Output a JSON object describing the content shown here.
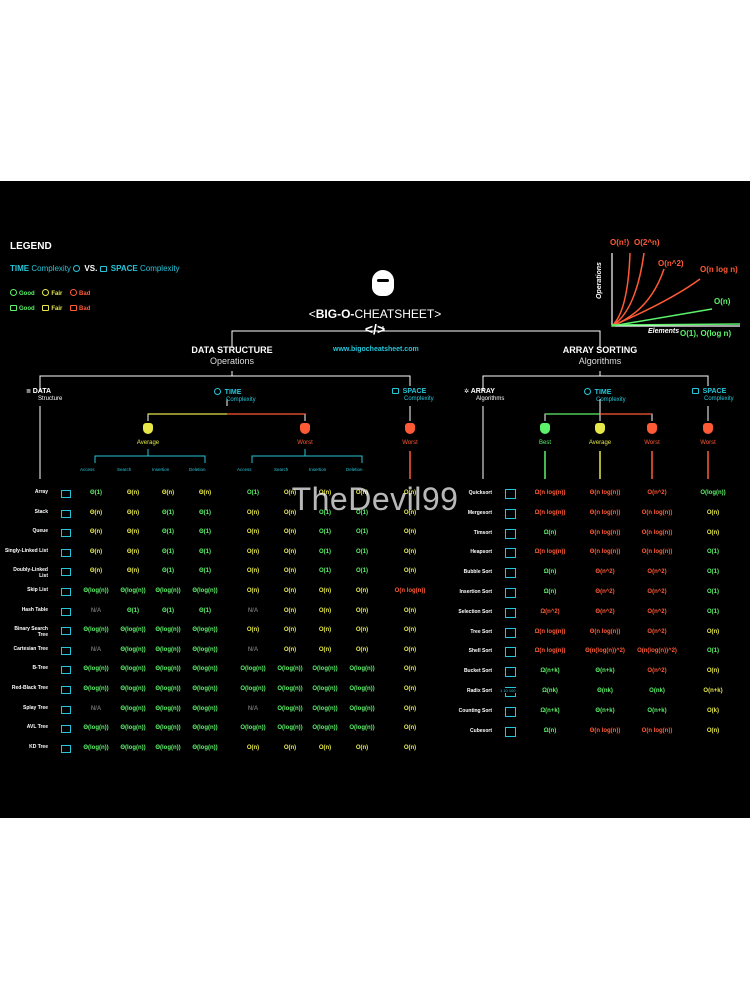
{
  "legend": {
    "title": "LEGEND",
    "time_word": "TIME",
    "complexity_word": "Complexity",
    "vs": "VS.",
    "space_word": "SPACE",
    "grades": [
      "Good",
      "Fair",
      "Bad"
    ]
  },
  "header": {
    "title_bold": "BIG-O-",
    "title_rest": "CHEATSHEET",
    "code_glyph": "</>",
    "url": "www.bigocheatsheet.com"
  },
  "sections": {
    "ds_title": "DATA STRUCTURE",
    "ds_subtitle": "Operations",
    "sort_title": "ARRAY SORTING",
    "sort_subtitle": "Algorithms"
  },
  "sub_heads": {
    "data": "DATA",
    "structure": "Structure",
    "time": "TIME",
    "complexity": "Complexity",
    "space": "SPACE",
    "array": "ARRAY",
    "algorithms": "Algorithms"
  },
  "cases": {
    "average": "Average",
    "worst": "Worst",
    "best": "Best"
  },
  "ops": [
    "Access",
    "Search",
    "Insertion",
    "Deletion"
  ],
  "ds_rows": [
    {
      "name": "Array",
      "avg": [
        "Θ(1)",
        "Θ(n)",
        "Θ(n)",
        "Θ(n)"
      ],
      "worst": [
        "O(1)",
        "O(n)",
        "O(n)",
        "O(n)"
      ],
      "space": "O(n)"
    },
    {
      "name": "Stack",
      "avg": [
        "Θ(n)",
        "Θ(n)",
        "Θ(1)",
        "Θ(1)"
      ],
      "worst": [
        "O(n)",
        "O(n)",
        "O(1)",
        "O(1)"
      ],
      "space": "O(n)"
    },
    {
      "name": "Queue",
      "avg": [
        "Θ(n)",
        "Θ(n)",
        "Θ(1)",
        "Θ(1)"
      ],
      "worst": [
        "O(n)",
        "O(n)",
        "O(1)",
        "O(1)"
      ],
      "space": "O(n)"
    },
    {
      "name": "Singly-Linked List",
      "avg": [
        "Θ(n)",
        "Θ(n)",
        "Θ(1)",
        "Θ(1)"
      ],
      "worst": [
        "O(n)",
        "O(n)",
        "O(1)",
        "O(1)"
      ],
      "space": "O(n)"
    },
    {
      "name": "Doubly-Linked List",
      "avg": [
        "Θ(n)",
        "Θ(n)",
        "Θ(1)",
        "Θ(1)"
      ],
      "worst": [
        "O(n)",
        "O(n)",
        "O(1)",
        "O(1)"
      ],
      "space": "O(n)"
    },
    {
      "name": "Skip List",
      "avg": [
        "Θ(log(n))",
        "Θ(log(n))",
        "Θ(log(n))",
        "Θ(log(n))"
      ],
      "worst": [
        "O(n)",
        "O(n)",
        "O(n)",
        "O(n)"
      ],
      "space": "O(n log(n))"
    },
    {
      "name": "Hash Table",
      "avg": [
        "N/A",
        "Θ(1)",
        "Θ(1)",
        "Θ(1)"
      ],
      "worst": [
        "N/A",
        "O(n)",
        "O(n)",
        "O(n)"
      ],
      "space": "O(n)"
    },
    {
      "name": "Binary Search Tree",
      "avg": [
        "Θ(log(n))",
        "Θ(log(n))",
        "Θ(log(n))",
        "Θ(log(n))"
      ],
      "worst": [
        "O(n)",
        "O(n)",
        "O(n)",
        "O(n)"
      ],
      "space": "O(n)"
    },
    {
      "name": "Cartesian Tree",
      "avg": [
        "N/A",
        "Θ(log(n))",
        "Θ(log(n))",
        "Θ(log(n))"
      ],
      "worst": [
        "N/A",
        "O(n)",
        "O(n)",
        "O(n)"
      ],
      "space": "O(n)"
    },
    {
      "name": "B-Tree",
      "avg": [
        "Θ(log(n))",
        "Θ(log(n))",
        "Θ(log(n))",
        "Θ(log(n))"
      ],
      "worst": [
        "O(log(n))",
        "O(log(n))",
        "O(log(n))",
        "O(log(n))"
      ],
      "space": "O(n)"
    },
    {
      "name": "Red-Black Tree",
      "avg": [
        "Θ(log(n))",
        "Θ(log(n))",
        "Θ(log(n))",
        "Θ(log(n))"
      ],
      "worst": [
        "O(log(n))",
        "O(log(n))",
        "O(log(n))",
        "O(log(n))"
      ],
      "space": "O(n)"
    },
    {
      "name": "Splay Tree",
      "avg": [
        "N/A",
        "Θ(log(n))",
        "Θ(log(n))",
        "Θ(log(n))"
      ],
      "worst": [
        "N/A",
        "O(log(n))",
        "O(log(n))",
        "O(log(n))"
      ],
      "space": "O(n)"
    },
    {
      "name": "AVL Tree",
      "avg": [
        "Θ(log(n))",
        "Θ(log(n))",
        "Θ(log(n))",
        "Θ(log(n))"
      ],
      "worst": [
        "O(log(n))",
        "O(log(n))",
        "O(log(n))",
        "O(log(n))"
      ],
      "space": "O(n)"
    },
    {
      "name": "KD Tree",
      "avg": [
        "Θ(log(n))",
        "Θ(log(n))",
        "Θ(log(n))",
        "Θ(log(n))"
      ],
      "worst": [
        "O(n)",
        "O(n)",
        "O(n)",
        "O(n)"
      ],
      "space": "O(n)"
    }
  ],
  "sort_rows": [
    {
      "name": "Quicksort",
      "best": "Ω(n log(n))",
      "avg": "Θ(n log(n))",
      "worst": "O(n^2)",
      "space": "O(log(n))"
    },
    {
      "name": "Mergesort",
      "best": "Ω(n log(n))",
      "avg": "Θ(n log(n))",
      "worst": "O(n log(n))",
      "space": "O(n)"
    },
    {
      "name": "Timsort",
      "best": "Ω(n)",
      "avg": "Θ(n log(n))",
      "worst": "O(n log(n))",
      "space": "O(n)"
    },
    {
      "name": "Heapsort",
      "best": "Ω(n log(n))",
      "avg": "Θ(n log(n))",
      "worst": "O(n log(n))",
      "space": "O(1)"
    },
    {
      "name": "Bubble Sort",
      "best": "Ω(n)",
      "avg": "Θ(n^2)",
      "worst": "O(n^2)",
      "space": "O(1)"
    },
    {
      "name": "Insertion Sort",
      "best": "Ω(n)",
      "avg": "Θ(n^2)",
      "worst": "O(n^2)",
      "space": "O(1)"
    },
    {
      "name": "Selection Sort",
      "best": "Ω(n^2)",
      "avg": "Θ(n^2)",
      "worst": "O(n^2)",
      "space": "O(1)"
    },
    {
      "name": "Tree Sort",
      "best": "Ω(n log(n))",
      "avg": "Θ(n log(n))",
      "worst": "O(n^2)",
      "space": "O(n)"
    },
    {
      "name": "Shell Sort",
      "best": "Ω(n log(n))",
      "avg": "Θ(n(log(n))^2)",
      "worst": "O(n(log(n))^2)",
      "space": "O(1)"
    },
    {
      "name": "Bucket Sort",
      "best": "Ω(n+k)",
      "avg": "Θ(n+k)",
      "worst": "O(n^2)",
      "space": "O(n)"
    },
    {
      "name": "Radix Sort",
      "best": "Ω(nk)",
      "avg": "Θ(nk)",
      "worst": "O(nk)",
      "space": "O(n+k)"
    },
    {
      "name": "Counting Sort",
      "best": "Ω(n+k)",
      "avg": "Θ(n+k)",
      "worst": "O(n+k)",
      "space": "O(k)"
    },
    {
      "name": "Cubesort",
      "best": "Ω(n)",
      "avg": "Θ(n log(n))",
      "worst": "O(n log(n))",
      "space": "O(n)"
    }
  ],
  "radix_icon_text": "1 10 100",
  "graph": {
    "ylabel": "Operations",
    "xlabel": "Elements",
    "curves": [
      "O(n!)",
      "O(2^n)",
      "O(n^2)",
      "O(n log n)",
      "O(n)",
      "O(1), O(log n)"
    ]
  },
  "watermark": "TheDevil99",
  "colors": {
    "good": "#5cf26a",
    "fair": "#e6e84a",
    "bad": "#ff5a36",
    "accent": "#26c6da",
    "background": "#000000",
    "na": "#6b6b6b"
  }
}
